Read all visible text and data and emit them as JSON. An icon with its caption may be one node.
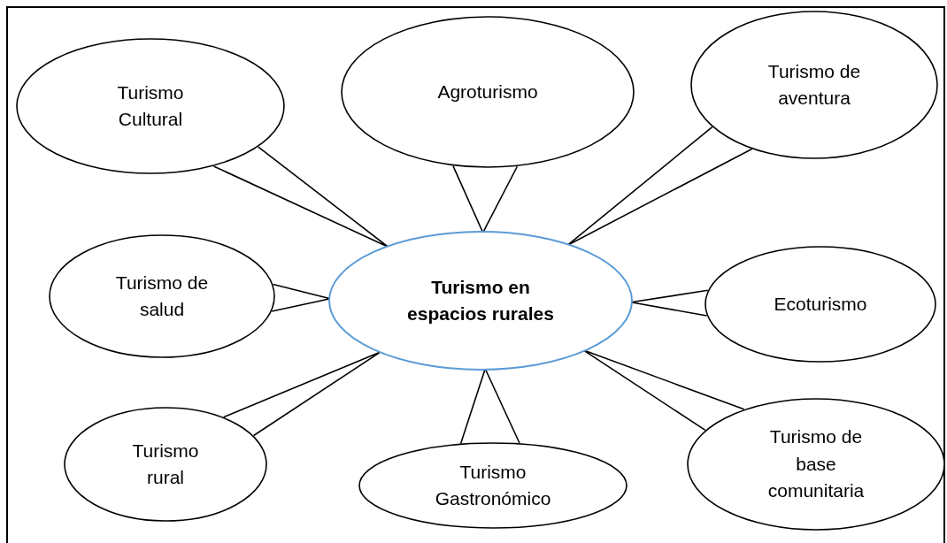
{
  "diagram": {
    "nodes": [
      {
        "text": [
          "Turismo en espacios rurales"
        ]
      },
      {
        "text": [
          "Turismo Cultural"
        ]
      },
      {
        "text": [
          "Agroturismo"
        ]
      },
      {
        "text": [
          "Turismo de aventura"
        ]
      },
      {
        "text": [
          "Turismo de salud"
        ]
      },
      {
        "text": [
          "Ecoturismo"
        ]
      },
      {
        "text": [
          "Turismo rural"
        ]
      },
      {
        "text": [
          "Turismo Gastronómico"
        ]
      },
      {
        "text": [
          "Turismo de base comunitaria"
        ]
      }
    ],
    "edges": [
      {
        "from": 1,
        "to": 0,
        "arrow": "none"
      },
      {
        "from": 2,
        "to": 0,
        "arrow": "none"
      },
      {
        "from": 3,
        "to": 0,
        "arrow": "none"
      },
      {
        "from": 4,
        "to": 0,
        "arrow": "none"
      },
      {
        "from": 5,
        "to": 0,
        "arrow": "none"
      },
      {
        "from": 6,
        "to": 0,
        "arrow": "none"
      },
      {
        "from": 7,
        "to": 0,
        "arrow": "none"
      },
      {
        "from": 8,
        "to": 0,
        "arrow": "none"
      }
    ]
  }
}
